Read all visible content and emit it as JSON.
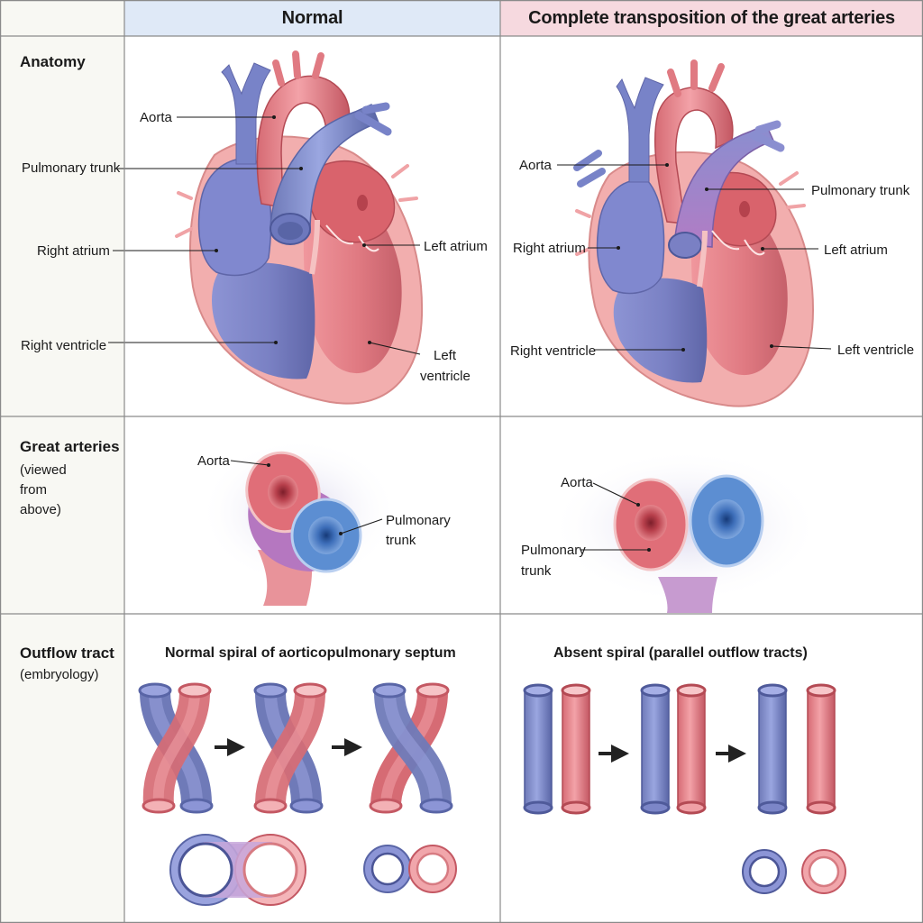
{
  "header": {
    "normal": "Normal",
    "tga": "Complete transposition of the great arteries"
  },
  "rows": {
    "anatomy": {
      "title": "Anatomy"
    },
    "great_arteries": {
      "title": "Great arteries",
      "sub_1": "(viewed",
      "sub_2": "from",
      "sub_3": "above)"
    },
    "outflow": {
      "title": "Outflow tract",
      "sub": "(embryology)"
    }
  },
  "normal_anatomy": {
    "aorta": "Aorta",
    "pulmonary_trunk": "Pulmonary trunk",
    "right_atrium": "Right atrium",
    "right_ventricle": "Right ventricle",
    "left_atrium": "Left atrium",
    "left_ventricle_1": "Left",
    "left_ventricle_2": "ventricle"
  },
  "tga_anatomy": {
    "aorta": "Aorta",
    "pulmonary_trunk": "Pulmonary trunk",
    "right_atrium": "Right atrium",
    "right_ventricle": "Right ventricle",
    "left_atrium": "Left atrium",
    "left_ventricle": "Left ventricle"
  },
  "normal_arteries": {
    "aorta": "Aorta",
    "pulmonary_1": "Pulmonary",
    "pulmonary_2": "trunk"
  },
  "tga_arteries": {
    "aorta": "Aorta",
    "pulmonary_1": "Pulmonary",
    "pulmonary_2": "trunk"
  },
  "outflow": {
    "normal_title": "Normal spiral of aorticopulmonary septum",
    "tga_title": "Absent spiral (parallel outflow tracts)"
  },
  "colors": {
    "header_normal": "#dfe9f7",
    "header_tga": "#f6d9df",
    "row_label_bg": "#f8f8f3",
    "grid_line": "#8a8a8a",
    "blue": "#7f86c9",
    "red": "#e07a82"
  }
}
